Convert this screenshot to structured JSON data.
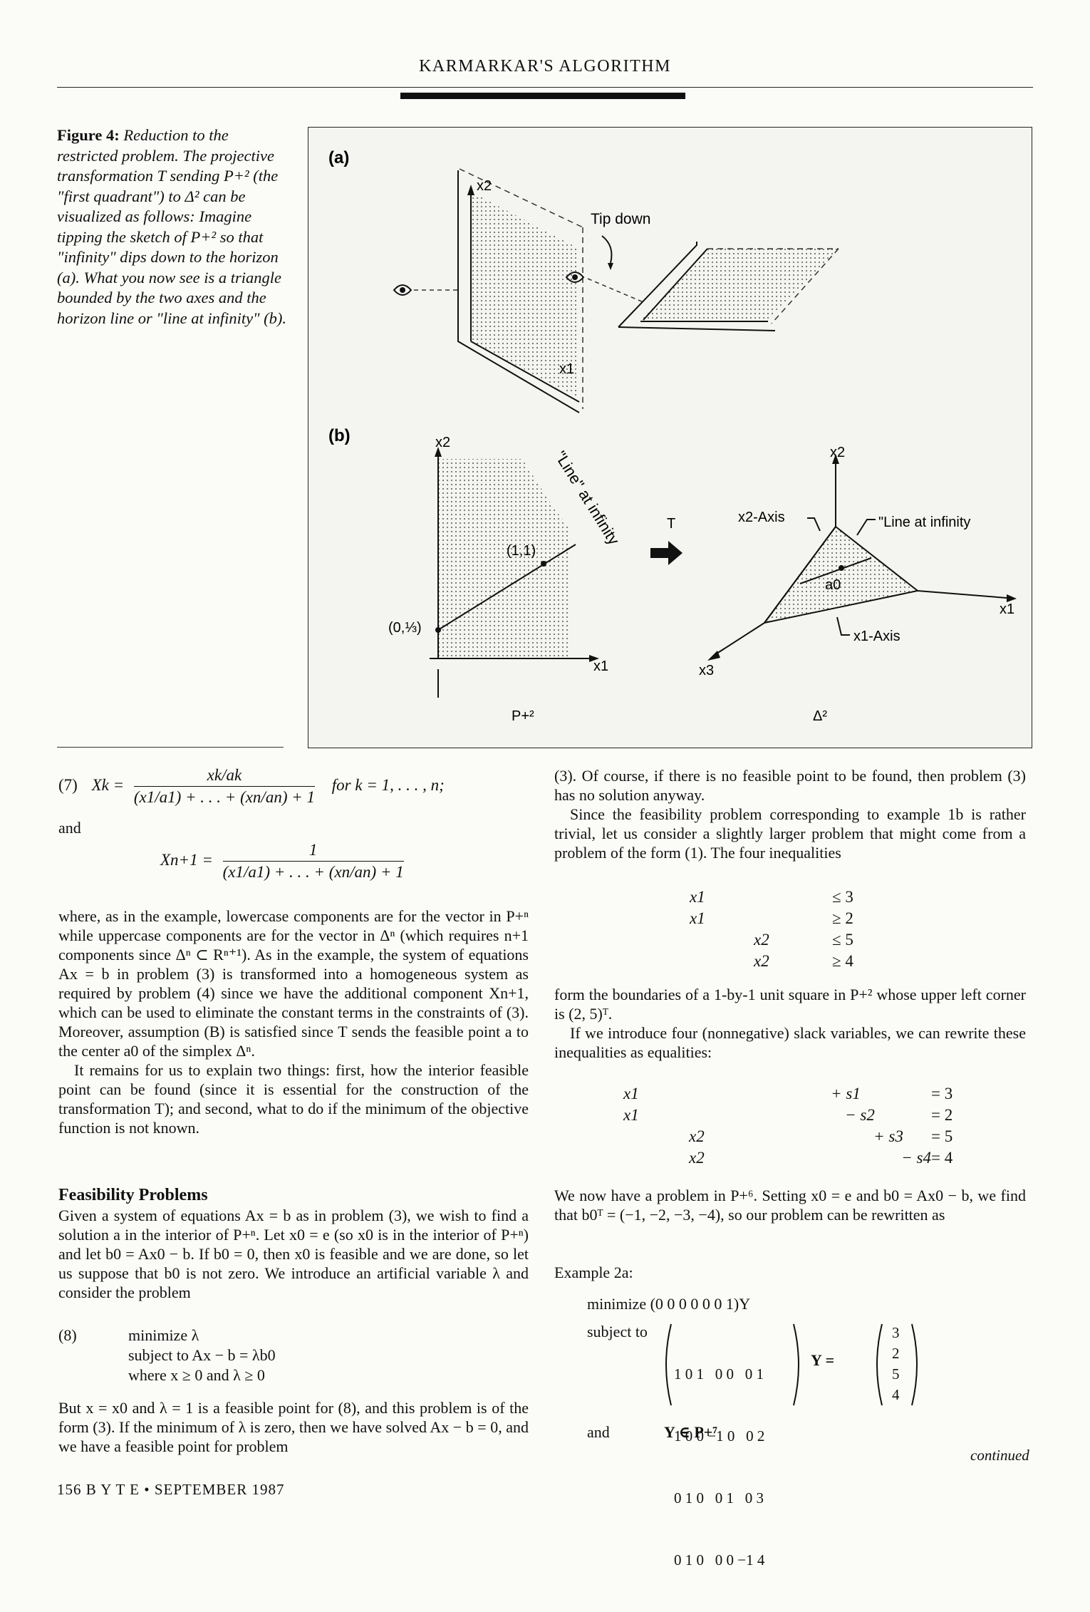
{
  "header": "KARMARKAR'S ALGORITHM",
  "caption": {
    "label": "Figure 4:",
    "text": "Reduction to the restricted problem. The projective transformation T sending P+² (the \"first quadrant\") to Δ² can be visualized as follows: Imagine tipping the sketch of P+² so that \"infinity\" dips down to the horizon (a). What you now see is a triangle bounded by the two axes and the horizon line or \"line at infinity\" (b)."
  },
  "figure": {
    "panel_a": "(a)",
    "panel_b": "(b)",
    "x2": "x2",
    "x1": "x1",
    "x3": "x3",
    "tip_down": "Tip down",
    "line_at_infinity_rotated": "\"Line\" at infinity",
    "point_11": "(1,1)",
    "point_0_13": "(0,⅓)",
    "T": "T",
    "x2_axis": "x2-Axis",
    "x1_axis": "x1-Axis",
    "line_at_infinity": "\"Line at infinity",
    "a0": "a0",
    "P_label": "P+²",
    "delta_label": "Δ²"
  },
  "left": {
    "eq7_num": "(7)",
    "eq7_lhs": "Xk =",
    "eq7_frac_num": "xk/ak",
    "eq7_frac_den": "(x1/a1) + . . . + (xn/an) + 1",
    "eq7_tail": "for k = 1, . . . , n;",
    "and": "and",
    "eq_n1_lhs": "Xn+1 =",
    "eq_n1_num": "1",
    "eq_n1_den": "(x1/a1) + . . . + (xn/an) + 1",
    "para1": "where, as in the example, lowercase components are for the vector in P+ⁿ while uppercase components are for the vector in Δⁿ (which requires n+1 components since Δⁿ ⊂ Rⁿ⁺¹). As in the example, the system of equations Ax = b in problem (3) is transformed into a homogeneous system as required by problem (4) since we have the additional component Xn+1, which can be used to eliminate the constant terms in the constraints of (3). Moreover, assumption (B) is satisfied since T sends the feasible point a to the center a0 of the simplex Δⁿ.",
    "para2": "It remains for us to explain two things: first, how the interior feasible point can be found (since it is essential for the construction of the transformation T); and second, what to do if the minimum of the objective function is not known.",
    "heading": "Feasibility Problems",
    "para3": "Given a system of equations Ax = b as in problem (3), we wish to find a solution a in the interior of P+ⁿ. Let x0 = e (so x0 is in the interior of P+ⁿ) and let b0 = Ax0 − b. If b0 = 0, then x0 is feasible and we are done, so let us suppose that b0 is not zero. We introduce an artificial variable λ and consider the problem",
    "eq8_num": "(8)",
    "eq8_l1": "minimize λ",
    "eq8_l2": "subject to Ax − b = λb0",
    "eq8_l3": "where x ≥ 0 and λ ≥ 0",
    "para4": "But x = x0 and λ = 1 is a feasible point for (8), and this problem is of the form (3). If the minimum of λ is zero, then we have solved Ax − b = 0, and we have a feasible point for problem"
  },
  "right": {
    "para1": "(3). Of course, if there is no feasible point to be found, then problem (3) has no solution anyway.",
    "para2": "Since the feasibility problem corresponding to example 1b is rather trivial, let us consider a slightly larger problem that might come from a problem of the form (1). The four inequalities",
    "ineq": [
      {
        "a": "x1",
        "b": "",
        "op": "≤ 3"
      },
      {
        "a": "x1",
        "b": "",
        "op": "≥ 2"
      },
      {
        "a": "",
        "b": "x2",
        "op": "≤ 5"
      },
      {
        "a": "",
        "b": "x2",
        "op": "≥ 4"
      }
    ],
    "para3": "form the boundaries of a 1-by-1 unit square in P+² whose upper left corner is (2, 5)ᵀ.",
    "para4": "If we introduce four (nonnegative) slack variables, we can rewrite these inequalities as equalities:",
    "eqs": [
      {
        "a": "x1",
        "b": "",
        "s": "+ s1",
        "r": "= 3"
      },
      {
        "a": "x1",
        "b": "",
        "s": "− s2",
        "r": "= 2"
      },
      {
        "a": "",
        "b": "x2",
        "s": "+ s3",
        "r": "= 5"
      },
      {
        "a": "",
        "b": "x2",
        "s": "− s4",
        "r": "= 4"
      }
    ],
    "para5": "We now have a problem in P+⁶. Setting x0 = e and b0 = Ax0 − b, we find that b0ᵀ = (−1, −2, −3, −4), so our problem can be rewritten as",
    "example": "Example 2a:",
    "minimize": "minimize (0 0 0 0 0 0 1)Y",
    "subject_to": "subject to",
    "matrix_rows": [
      "1 0 1   0 0   0 1",
      "1 0 0 −1 0   0 2",
      "0 1 0   0 1   0 3",
      "0 1 0   0 0 −1 4"
    ],
    "Y_eq": "Y =",
    "rhs": [
      "3",
      "2",
      "5",
      "4"
    ],
    "and": "and",
    "Y_in": "Y ∈ P+⁷",
    "continued": "continued"
  },
  "footer": "156   B Y T E  •  SEPTEMBER 1987"
}
